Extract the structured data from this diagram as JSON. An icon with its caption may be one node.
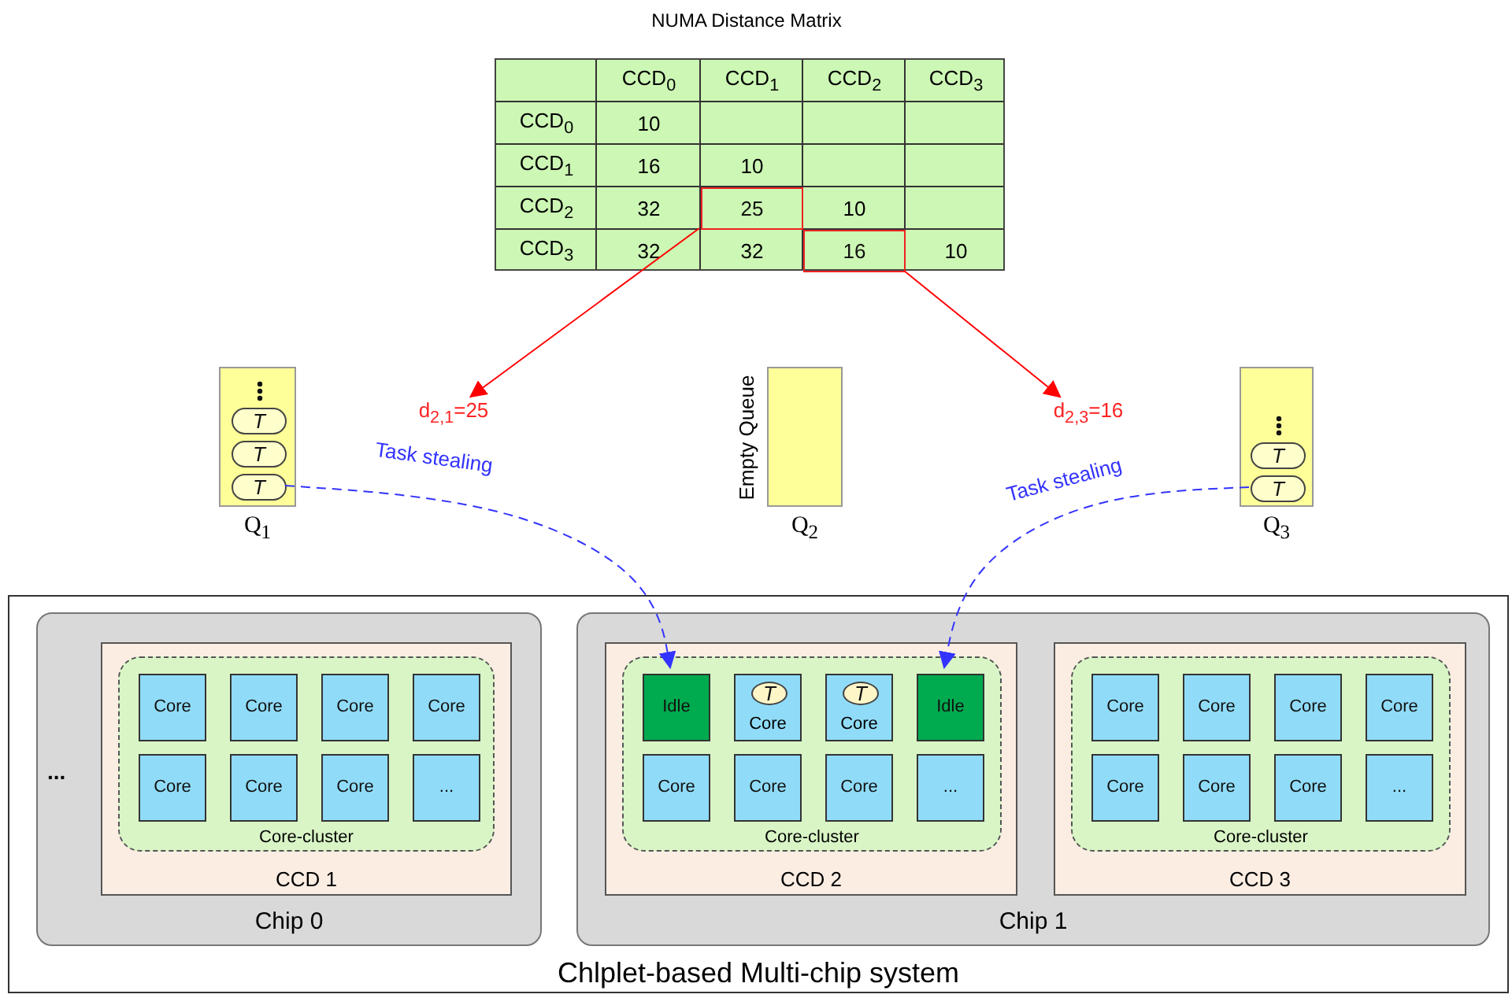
{
  "diagram": {
    "title": "NUMA Distance Matrix",
    "nodes": [
      {
        "text": [],
        "shape": "box"
      },
      {
        "text": [
          "25"
        ],
        "in": 0
      },
      {
        "text": [
          "16"
        ],
        "in": 0
      },
      {
        "text": [
          "d$_{2,1}$=25"
        ]
      },
      {
        "text": [
          "Q$_{1}$"
        ]
      },
      {
        "text": [
          "T"
        ],
        "in": 4
      },
      {
        "text": [
          "T"
        ],
        "in": 4
      },
      {
        "text": [
          "T"
        ],
        "in": 4
      },
      {
        "text": [
          "Q$_{2}$"
        ],
        "beside": [
          "Empty Queue"
        ]
      },
      {
        "text": [
          "d$_{2,3}$=16"
        ]
      },
      {
        "text": [
          "Q$_{3}$"
        ]
      },
      {
        "text": [
          "T"
        ],
        "in": 10
      },
      {
        "text": [
          "T"
        ],
        "in": 10
      },
      {
        "text": [
          "Chlplet-based Multi-chip system"
        ]
      },
      {
        "text": [
          "Chip 0"
        ],
        "in": 13
      },
      {
        "text": [
          "CCD 1"
        ],
        "in": 14
      },
      {
        "text": [
          "Core-cluster"
        ],
        "in": 15
      },
      {
        "text": [
          "Core"
        ],
        "in": 16
      },
      {
        "text": [
          "Core"
        ],
        "in": 16
      },
      {
        "text": [
          "Core"
        ],
        "in": 16
      },
      {
        "text": [
          "Core"
        ],
        "in": 16
      },
      {
        "text": [
          "Core"
        ],
        "in": 16
      },
      {
        "text": [
          "Core"
        ],
        "in": 16
      },
      {
        "text": [
          "Core"
        ],
        "in": 16
      },
      {
        "text": [
          "..."
        ],
        "in": 16
      },
      {
        "text": [
          "Chip 1"
        ],
        "in": 13
      },
      {
        "text": [
          "CCD 2"
        ],
        "in": 25
      },
      {
        "text": [
          "Core-cluster"
        ],
        "in": 26
      },
      {
        "text": [
          "Idle"
        ],
        "in": 27
      },
      {
        "text": [
          "Core"
        ],
        "in": 27
      },
      {
        "text": [
          "T"
        ],
        "in": 29
      },
      {
        "text": [
          "Core"
        ],
        "in": 27
      },
      {
        "text": [
          "T"
        ],
        "in": 31
      },
      {
        "text": [
          "Idle"
        ],
        "in": 27
      },
      {
        "text": [
          "Core"
        ],
        "in": 27
      },
      {
        "text": [
          "Core"
        ],
        "in": 27
      },
      {
        "text": [
          "Core"
        ],
        "in": 27
      },
      {
        "text": [
          "..."
        ],
        "in": 27
      },
      {
        "text": [
          "CCD 3"
        ],
        "in": 25
      },
      {
        "text": [
          "Core-cluster"
        ],
        "in": 38
      },
      {
        "text": [
          "Core"
        ],
        "in": 39
      },
      {
        "text": [
          "Core"
        ],
        "in": 39
      },
      {
        "text": [
          "Core"
        ],
        "in": 39
      },
      {
        "text": [
          "Core"
        ],
        "in": 39
      },
      {
        "text": [
          "Core"
        ],
        "in": 39
      },
      {
        "text": [
          "Core"
        ],
        "in": 39
      },
      {
        "text": [
          "Core"
        ],
        "in": 39
      },
      {
        "text": [
          "..."
        ],
        "in": 39
      }
    ],
    "edges": [
      {
        "from": 1,
        "to": 3,
        "arrow": "to",
        "color": "#ff0000"
      },
      {
        "from": 2,
        "to": 9,
        "arrow": "to",
        "color": "#ff0000"
      },
      {
        "from": 7,
        "to": 28,
        "arrow": "to",
        "label": "Task stealing",
        "style": "dashed",
        "color": "#3333ff"
      },
      {
        "from": 12,
        "to": 33,
        "arrow": "to",
        "label": "Task stealing",
        "style": "dashed",
        "color": "#3333ff"
      }
    ],
    "labels": [
      "CCD$_{0}$",
      "CCD$_{1}$",
      "CCD$_{2}$",
      "CCD$_{3}$",
      "CCD$_{0}$",
      "10",
      "CCD$_{1}$",
      "16",
      "10",
      "CCD$_{2}$",
      "32",
      "10",
      "CCD$_{3}$",
      "32",
      "32",
      "10",
      "..."
    ]
  }
}
